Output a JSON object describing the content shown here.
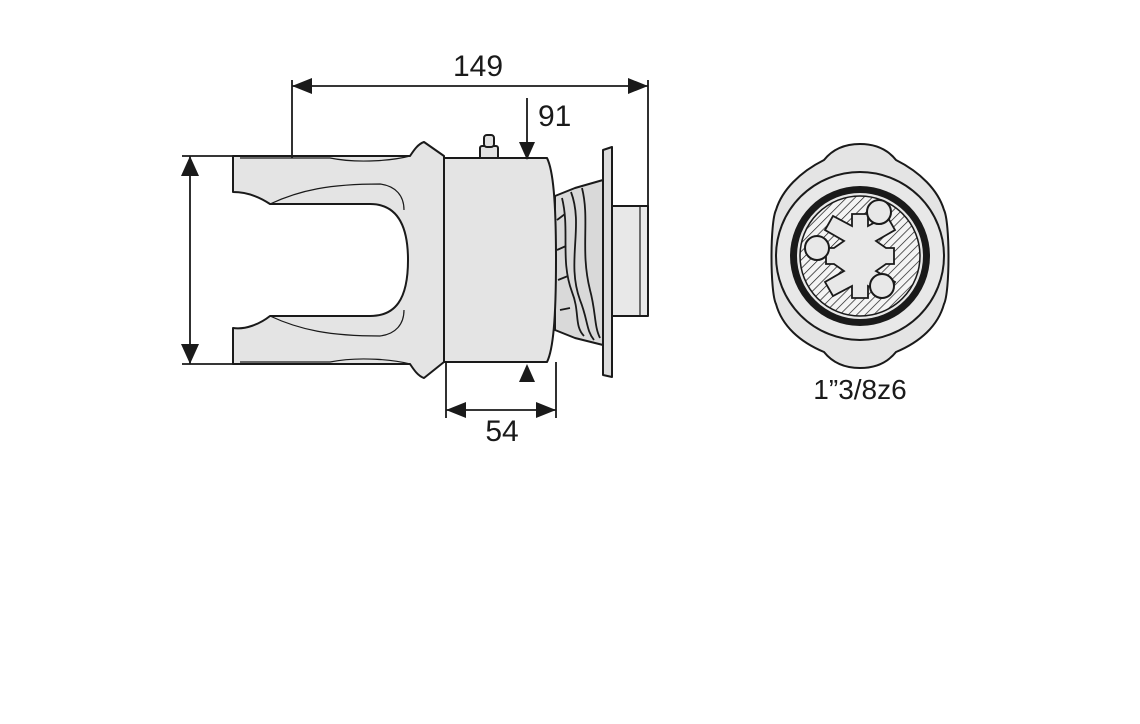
{
  "dimensions": {
    "overall_length": "149",
    "flange_offset": "91",
    "body_width": "54"
  },
  "profile_label": "1”3/8z6",
  "colors": {
    "part_fill": "#e4e4e4",
    "part_shade": "#cfcfcf",
    "outline": "#1a1a1a",
    "background": "#ffffff"
  }
}
